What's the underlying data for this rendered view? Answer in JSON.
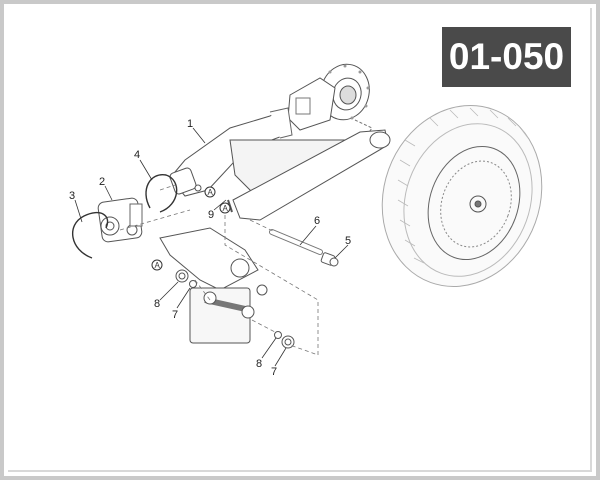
{
  "diagram": {
    "code": "01-050",
    "badge_color": "#4a4a4a",
    "frame_color": "#c9c9c9",
    "callouts": [
      {
        "id": "1",
        "label": "1",
        "part": "swingarm"
      },
      {
        "id": "2",
        "label": "2",
        "part": "rubber-boot-housing"
      },
      {
        "id": "3",
        "label": "3",
        "part": "circlip-large"
      },
      {
        "id": "4",
        "label": "4",
        "part": "circlip-small"
      },
      {
        "id": "5",
        "label": "5",
        "part": "spacer-bushing"
      },
      {
        "id": "6",
        "label": "6",
        "part": "pivot-pin"
      },
      {
        "id": "7a",
        "label": "7",
        "part": "seal-ring-left"
      },
      {
        "id": "8a",
        "label": "8",
        "part": "bearing-left"
      },
      {
        "id": "8b",
        "label": "8",
        "part": "bearing-right"
      },
      {
        "id": "7b",
        "label": "7",
        "part": "seal-ring-right"
      },
      {
        "id": "9",
        "label": "9",
        "part": "grease-nipple"
      }
    ],
    "reference_marks": [
      {
        "id": "A1",
        "label": "A"
      },
      {
        "id": "A2",
        "label": "A"
      },
      {
        "id": "A3",
        "label": "A"
      }
    ]
  }
}
